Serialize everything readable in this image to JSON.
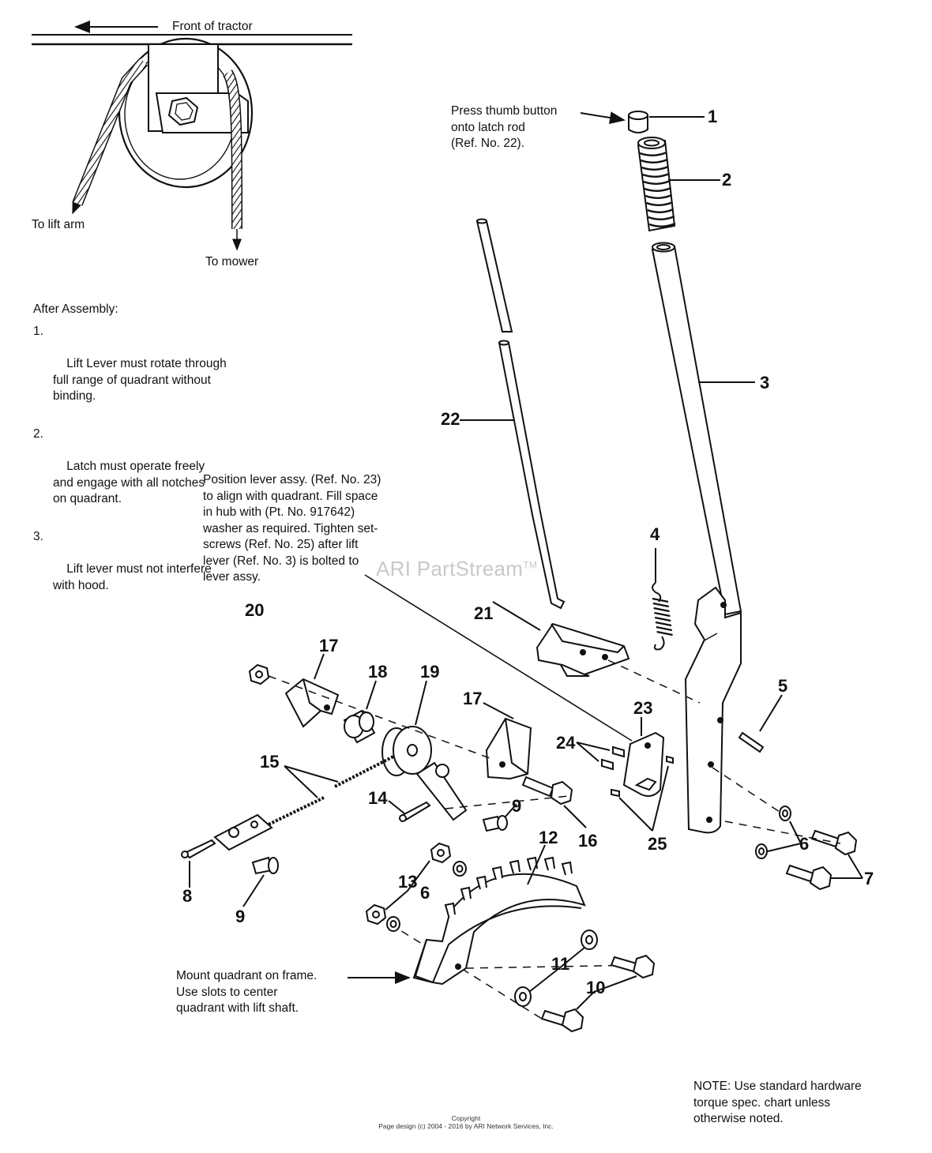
{
  "header": {
    "front_label": "Front of tractor",
    "to_lift_arm": "To lift arm",
    "to_mower": "To mower"
  },
  "after_assembly": {
    "title": "After Assembly:",
    "items": [
      {
        "num": "1.",
        "text": "Lift Lever must rotate through\nfull range of quadrant without\nbinding."
      },
      {
        "num": "2.",
        "text": "Latch must operate freely\nand engage with all notches\non quadrant."
      },
      {
        "num": "3.",
        "text": "Lift lever must not interfere\nwith hood."
      }
    ]
  },
  "notes": {
    "thumb_button": "Press thumb button\nonto latch rod\n(Ref. No. 22).",
    "position_lever": "Position lever assy. (Ref. No. 23)\nto align with quadrant. Fill space\nin hub with (Pt. No. 917642)\nwasher as required. Tighten set-\nscrews (Ref. No. 25) after lift\nlever (Ref. No. 3) is bolted to\nlever assy.",
    "mount_quadrant": "Mount quadrant on frame.\nUse slots to center\nquadrant with lift shaft.",
    "torque_note": "NOTE: Use standard hardware\ntorque spec. chart unless\notherwise noted."
  },
  "callouts": [
    "1",
    "2",
    "3",
    "4",
    "5",
    "6",
    "6",
    "7",
    "8",
    "9",
    "9",
    "10",
    "11",
    "12",
    "13",
    "14",
    "15",
    "16",
    "17",
    "17",
    "18",
    "19",
    "20",
    "21",
    "22",
    "23",
    "24",
    "25"
  ],
  "watermark": {
    "text": "ARI PartStream",
    "mark": "TM"
  },
  "footer": {
    "copyright": "Copyright\nPage design (c) 2004 - 2016 by ARI Network Services, Inc."
  }
}
